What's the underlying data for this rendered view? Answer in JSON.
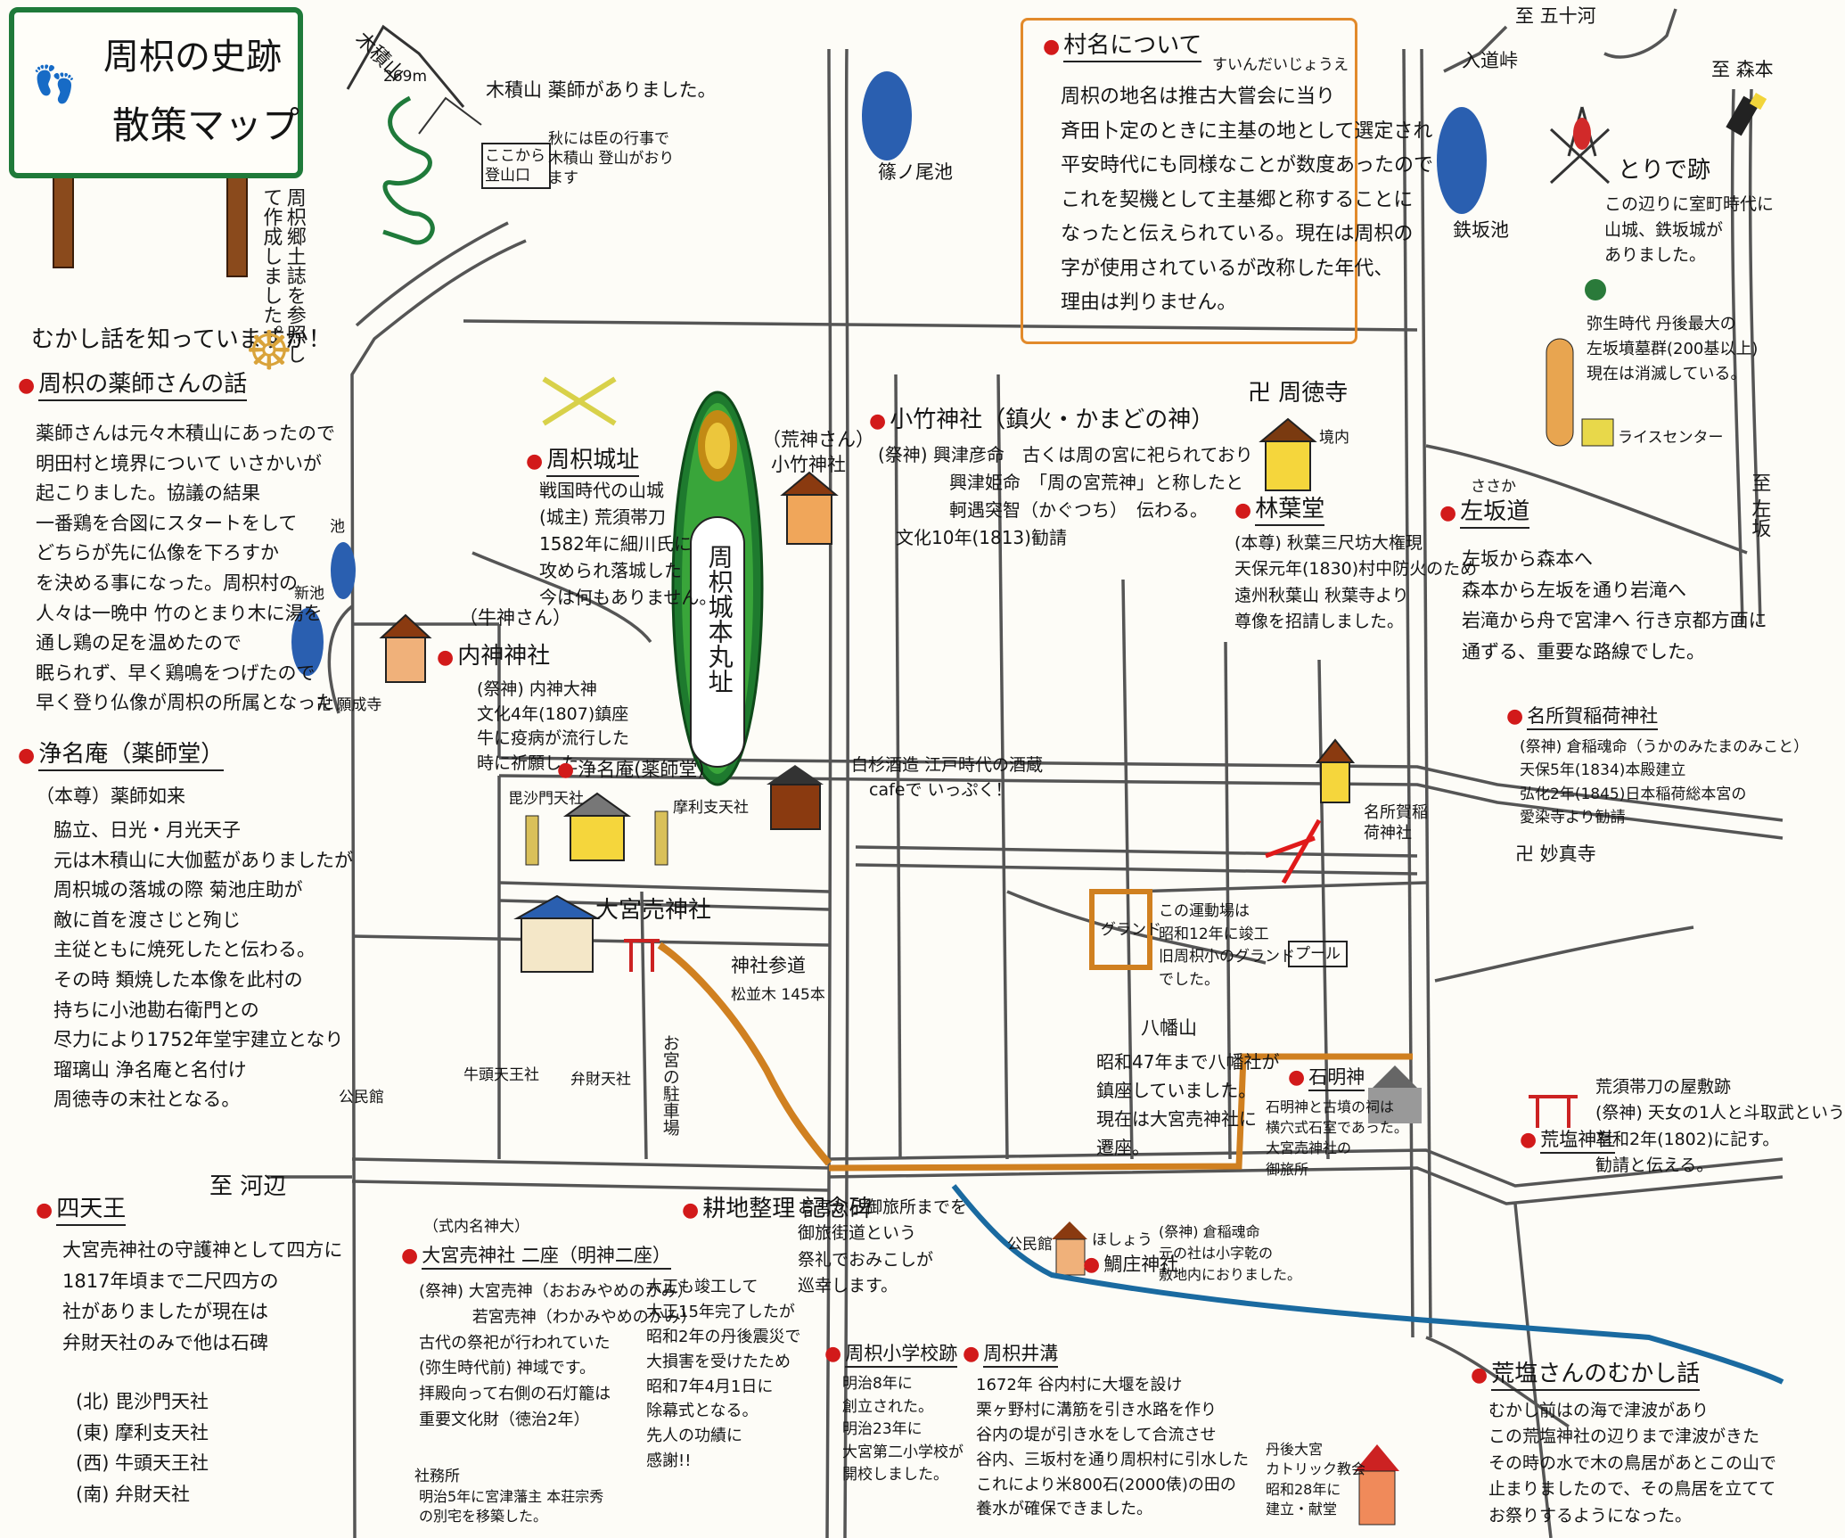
{
  "title": {
    "line1": "周枳の史跡",
    "line2": "散策マップ"
  },
  "credit": "周枳郷土誌を参照して作成しました。",
  "mountain": {
    "name": "木積山",
    "height": "269m",
    "note": "木積山 薬師がありました。",
    "here_sign": "ここから登山口",
    "autumn_note": "秋には臣の行事で木積山 登山がおります"
  },
  "village_name": {
    "heading": "村名について",
    "ruby": "すいんだいじょうえ",
    "lines": [
      "周枳の地名は推古大嘗会に当り",
      "斉田卜定のときに主基の地として選定され",
      "平安時代にも同様なことが数度あったので",
      "これを契機として主基郷と称することに",
      "なったと伝えられている。現在は周枳の",
      "字が使用されているが改称した年代、",
      "理由は判りません。"
    ]
  },
  "story": {
    "question": "むかし話を知っていますか！",
    "heading": "周枳の薬師さんの話",
    "lines": [
      "薬師さんは元々木積山にあったので",
      "明田村と境界について いさかいが",
      "起こりました。協議の結果",
      "一番鶏を合図にスタートをして",
      "どちらが先に仏像を下ろすか",
      "を決める事になった。周枳村の",
      "人々は一晩中 竹のとまり木に湯を",
      "通し鶏の足を温めたので",
      "眠られず、早く鶏鳴をつげたので",
      "早く登り仏像が周枳の所属となった"
    ]
  },
  "jomyoan": {
    "heading": "浄名庵（薬師堂）",
    "honzon": "（本尊）薬師如来",
    "lines": [
      "脇立、日光・月光天子",
      "元は木積山に大伽藍がありましたが",
      "周枳城の落城の際 菊池庄助が",
      "敵に首を渡さじと殉じ",
      "主従ともに焼死したと伝わる。",
      "その時 類焼した本像を此村の",
      "持ちに小池勘右衛門との",
      "尽力により1752年堂宇建立となり",
      "瑠璃山 浄名庵と名付け",
      "周徳寺の末社となる。"
    ]
  },
  "shitenno": {
    "heading": "四天王",
    "lines": [
      "大宮売神社の守護神として四方に",
      "1817年頃まで二尺四方の",
      "社がありましたが現在は",
      "弁財天社のみで他は石碑"
    ],
    "list": [
      "(北) 毘沙門天社",
      "(東) 摩利支天社",
      "(西) 牛頭天王社",
      "(南) 弁財天社"
    ]
  },
  "to_kawabe": "至 河辺",
  "to_iwatakiTop": "至 五十河",
  "nyudo": "入道峠",
  "to_morimoto": "至 森本",
  "to_sakasaka": "至 左坂",
  "ponds": {
    "p1": "篠ノ尾池",
    "p2": "鉄坂池",
    "p3": "池",
    "p4": "新池",
    "p5": "池"
  },
  "ganjoji": "卍 願成寺",
  "castle": {
    "heading": "周枳城址",
    "lines": [
      "戦国時代の山城",
      "(城主) 荒須帯刀",
      "1582年に細川氏に",
      "攻められ落城した",
      "今は何もありません。"
    ],
    "honmaru": "周枳城本丸址"
  },
  "kojin": {
    "label_top": "（荒神さん）",
    "name": "小竹神社"
  },
  "kotake": {
    "heading": "小竹神社（鎮火・かまどの神）",
    "lines": [
      "(祭神) 興津彦命　古くは周の宮に祀られており",
      "　　　　興津姫命　「周の宮荒神」と称したと",
      "　　　　軻遇突智（かぐつち）　伝わる。",
      "　文化10年(1813)勧請"
    ]
  },
  "uchigami": {
    "label_top": "（牛神さん）",
    "name": "内神神社",
    "lines": [
      "(祭神) 内神大神",
      "文化4年(1807)鎮座",
      "牛に疫病が流行した",
      "時に祈願した"
    ]
  },
  "jomyoan_label": "浄名庵(薬師堂)",
  "bishamon": "毘沙門天社",
  "marishiten": "摩利支天社",
  "cafe": {
    "text": "白杉酒造 江戸時代の酒蔵",
    "note": "cafeで いっぷく！"
  },
  "shutokuji": "卍 周徳寺",
  "keidai": "境内",
  "hayashiba": {
    "heading": "林葉堂",
    "lines": [
      "(本尊) 秋葉三尺坊大権現",
      "天保元年(1830)村中防火のため",
      "遠州秋葉山 秋葉寺より",
      "尊像を招請しました。"
    ]
  },
  "akasaka": {
    "ruby": "ささか",
    "heading": "左坂道",
    "lines": [
      "左坂から森本へ",
      "森本から左坂を通り岩滝へ",
      "岩滝から舟で宮津へ 行き京都方面に",
      "通ずる、重要な路線でした。"
    ]
  },
  "toride": {
    "heading": "とりで跡",
    "lines": [
      "この辺りに室町時代に",
      "山城、鉄坂城が",
      "ありました。"
    ]
  },
  "kofun": {
    "lines": [
      "弥生時代 丹後最大の",
      "左坂墳墓群(200基以上)",
      "現在は消滅している。"
    ],
    "rice": "ライスセンター"
  },
  "nakaga": {
    "heading": "名所賀稲荷神社",
    "lines": [
      "(祭神) 倉稲魂命（うかのみたまのみこと）",
      "天保5年(1834)本殿建立",
      "弘化2年(1845)日本稲荷総本宮の",
      "愛染寺より勧請"
    ],
    "label": "名所賀稲荷神社"
  },
  "myojoji": "卍 妙真寺",
  "omiya": {
    "name": "大宮売神社"
  },
  "sando": {
    "heading": "神社参道",
    "sub": "松並木 145本"
  },
  "parking": "お宮の駐車場",
  "gozu": "牛頭天王社",
  "benzai": "弁財天社",
  "kominkan": "公民館",
  "ground": {
    "label": "グランド",
    "lines": [
      "この運動場は",
      "昭和12年に竣工",
      "旧周枳小のグランド",
      "でした。"
    ]
  },
  "pool": "プール",
  "yahata": {
    "title": "八幡山",
    "lines": [
      "昭和47年まで八幡社が",
      "鎮座していました。",
      "現在は大宮売神社に",
      "遷座。"
    ]
  },
  "ishigami": {
    "heading": "石明神",
    "lines": [
      "石明神と古墳の祠は",
      "横穴式石室であった。",
      "大宮売神社の",
      "御旅所"
    ]
  },
  "kosami": {
    "heading": "荒塩神社",
    "lines": [
      "荒須帯刀の屋敷跡",
      "(祭神) 天女の1人と斗取武という",
      "享和2年(1802)に記す。",
      "勧請と伝える。"
    ]
  },
  "kosami_story": {
    "heading": "荒塩さんのむかし話",
    "lines": [
      "むかし前はの海で津波があり",
      "この荒塩神社の辺りまで津波がきた",
      "その時の水で木の鳥居があとこの山で",
      "止まりましたので、その鳥居を立てて",
      "お祭りするようになった。"
    ]
  },
  "omiya_info": {
    "label_top": "（式内名神大）",
    "heading": "大宮売神社 二座（明神二座）",
    "lines": [
      "(祭神) 大宮売神（おおみやめのかみ）",
      "　　　 若宮売神（わかみやめのかみ）",
      "古代の祭祀が行われていた",
      "(弥生時代前) 神域です。",
      "拝殿向って右側の石灯籠は",
      "重要文化財（徳治2年）"
    ],
    "shamusho": "社務所",
    "shamusho_note": [
      "明治5年に宮津藩主 本荘宗秀",
      "の別宅を移築した。"
    ]
  },
  "kinenhi": {
    "heading": "耕地整理 記念碑",
    "lines": [
      "大正も竣工して",
      "大正15年完了したが",
      "昭和2年の丹後震災で",
      "大損害を受けたため",
      "昭和7年4月1日に",
      "除幕式となる。",
      "先人の功績に",
      "感謝!!"
    ]
  },
  "otabi": {
    "lines": [
      "お宮から御旅所までを",
      "御旅街道という",
      "祭礼でおみこしが",
      "巡幸します。"
    ]
  },
  "school": {
    "heading": "周枳小学校跡",
    "lines": [
      "明治8年に",
      "創立された。",
      "明治23年に",
      "大宮第二小学校が",
      "開校しました。"
    ]
  },
  "irrigation": {
    "heading": "周枳井溝",
    "lines": [
      "1672年 谷内村に大堰を設け",
      "栗ヶ野村に溝筋を引き水路を作り",
      "谷内の堤が引き水をして合流させ",
      "谷内、三坂村を通り周枳村に引水した",
      "これにより米800石(2000俵)の田の",
      "養水が確保できました。"
    ]
  },
  "hoshou": {
    "ruby": "ほしょう",
    "name": "鯛庄神社",
    "lines": [
      "(祭神) 倉稲魂命",
      "元の社は小字乾の",
      "敷地内におりました。"
    ]
  },
  "kominkan2": "公民館",
  "church": {
    "lines": [
      "丹後大宮",
      "カトリック教会",
      "昭和28年に",
      "建立・献堂"
    ]
  }
}
